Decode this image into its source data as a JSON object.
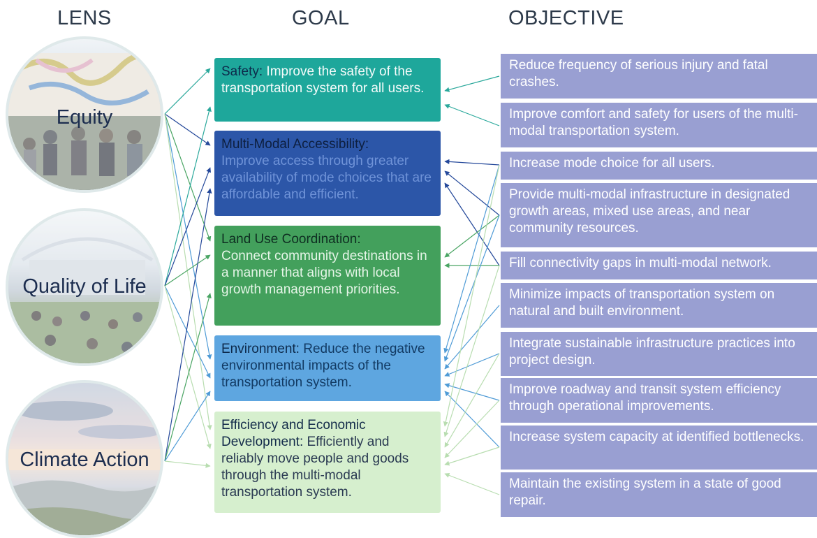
{
  "headers": {
    "lens": "LENS",
    "goal": "GOAL",
    "objective": "OBJECTIVE"
  },
  "lenses": [
    {
      "label": "Equity"
    },
    {
      "label": "Quality of Life"
    },
    {
      "label": "Climate Action"
    }
  ],
  "goals": [
    {
      "title": "Safety:",
      "desc": " Improve the safety of the transportation system for all users."
    },
    {
      "title": "Multi-Modal Accessibility:",
      "desc": " Improve access through greater availability of mode choices that are affordable and efficient."
    },
    {
      "title": "Land Use Coordination:",
      "desc": " Connect community destinations in a manner that aligns with local growth management priorities."
    },
    {
      "title": "Environment:",
      "desc": " Reduce the negative environmental impacts of the transportation system."
    },
    {
      "title": "Efficiency and Economic Development:",
      "desc": " Efficiently and reliably move people and goods through the multi-modal transportation system."
    }
  ],
  "objectives": [
    {
      "text": "Reduce frequency of serious injury and fatal crashes."
    },
    {
      "text": "Improve comfort and safety for users of the multi-modal transportation system."
    },
    {
      "text": "Increase mode choice for all users."
    },
    {
      "text": "Provide multi-modal infrastructure in designated growth areas, mixed use areas, and near community resources."
    },
    {
      "text": "Fill connectivity gaps in multi-modal network."
    },
    {
      "text": "Minimize impacts of transportation system on natural and built environment."
    },
    {
      "text": "Integrate sustainable infrastructure practices into project design."
    },
    {
      "text": "Improve roadway and transit system efficiency through operational improvements."
    },
    {
      "text": "Increase system capacity at identified bottlenecks."
    },
    {
      "text": "Maintain the existing system in a state of good repair."
    }
  ],
  "colors": {
    "safety": "#1ea79b",
    "multimodal": "#2c56a8",
    "landuse": "#43a05c",
    "environment": "#5ea6e0",
    "efficiency": "#d6efce",
    "objective": "#999fd2",
    "heading": "#2d3a4a"
  }
}
